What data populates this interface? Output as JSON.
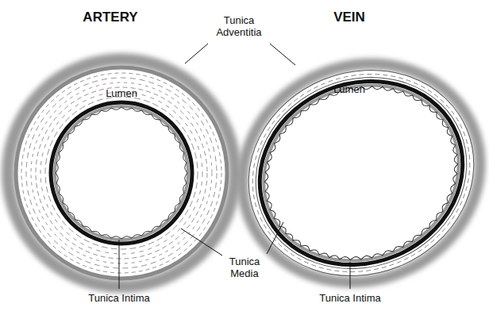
{
  "diagram": {
    "labels": [
      "ARTERY",
      "VEIN",
      "Tunica Adventitia",
      "Lumen",
      "Lumen",
      "Tunica Media",
      "Tunica Intima",
      "Tunica Intima"
    ]
  }
}
